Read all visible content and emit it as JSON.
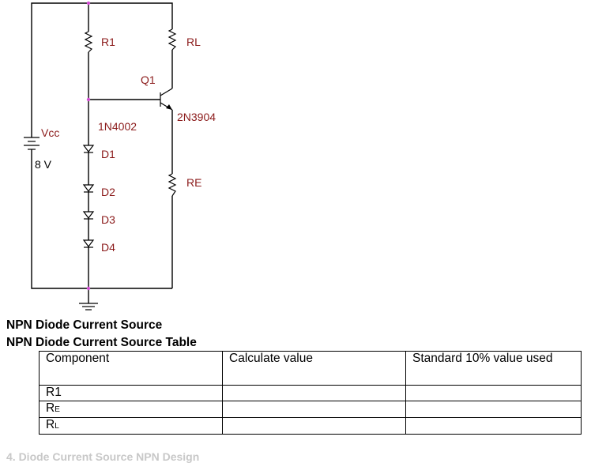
{
  "circuit": {
    "resistor_r1": "R1",
    "resistor_rl": "RL",
    "resistor_re": "RE",
    "transistor_ref": "Q1",
    "transistor_part": "2N3904",
    "diode_part": "1N4002",
    "diode_d1": "D1",
    "diode_d2": "D2",
    "diode_d3": "D3",
    "diode_d4": "D4",
    "source_name": "Vcc",
    "source_value": "8 V"
  },
  "heading_1": "NPN Diode Current Source",
  "heading_2": "NPN Diode Current Source Table",
  "table": {
    "headers": [
      "Component",
      "Calculate value",
      "Standard 10%  value used"
    ],
    "rows": [
      {
        "base": "R",
        "sub": "",
        "label": "R1",
        "calc": "",
        "standard": ""
      },
      {
        "base": "R",
        "sub": "E",
        "calc": "",
        "standard": ""
      },
      {
        "base": "R",
        "sub": "L",
        "calc": "",
        "standard": ""
      }
    ]
  },
  "footer_partial_text": "4. Diode Current Source NPN Design"
}
